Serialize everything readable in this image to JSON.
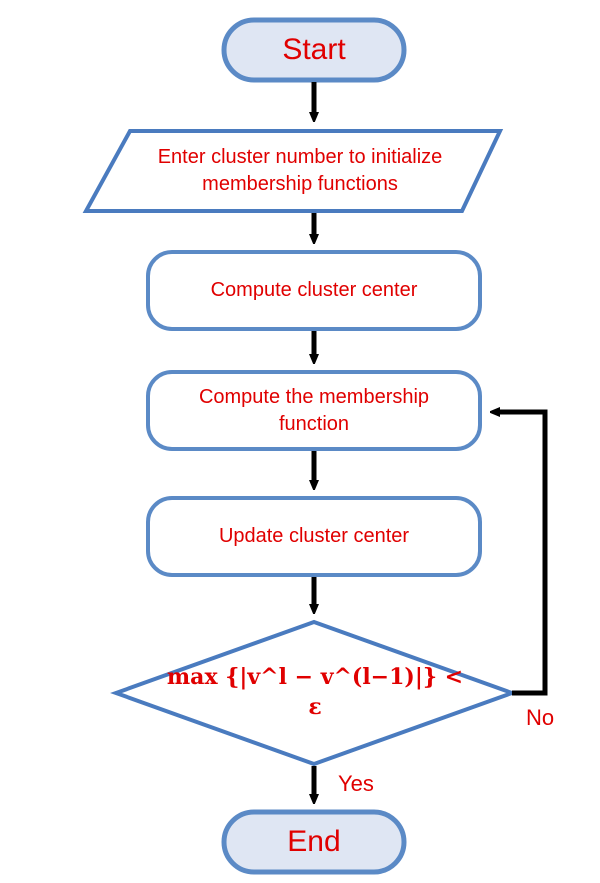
{
  "flowchart": {
    "start": "Start",
    "input": "Enter cluster number to initialize membership functions",
    "step_compute_center": "Compute cluster center",
    "step_compute_membership": "Compute the membership function",
    "step_update_center": "Update cluster center",
    "decision": "max {|v^l − v^(l−1)|} < ε",
    "end": "End",
    "edge_no": "No",
    "edge_yes": "Yes"
  },
  "colors": {
    "shape_stroke": "#5b8ac6",
    "shape_fill": "#ffffff",
    "text": "#e00000",
    "arrow": "#000000"
  }
}
